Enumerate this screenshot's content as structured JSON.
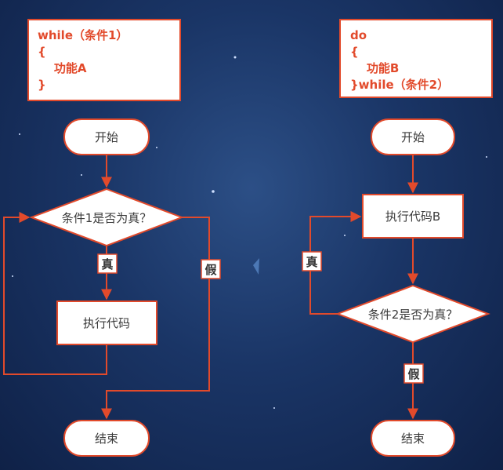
{
  "left": {
    "code": [
      "while（条件1）",
      "{",
      "    功能A",
      "}"
    ],
    "start": "开始",
    "condition": "条件1是否为真？",
    "true_label": "真",
    "false_label": "假",
    "action": "执行代码",
    "end": "结束"
  },
  "right": {
    "code": [
      "do",
      "{",
      "    功能B",
      "}while（条件2）"
    ],
    "start": "开始",
    "action": "执行代码B",
    "condition": "条件2是否为真？",
    "true_label": "真",
    "false_label": "假",
    "end": "结束"
  },
  "colors": {
    "stroke": "#e24a2b",
    "fill": "#ffffff",
    "code_text": "#e24a2b",
    "box_text": "#3a3a3a"
  }
}
